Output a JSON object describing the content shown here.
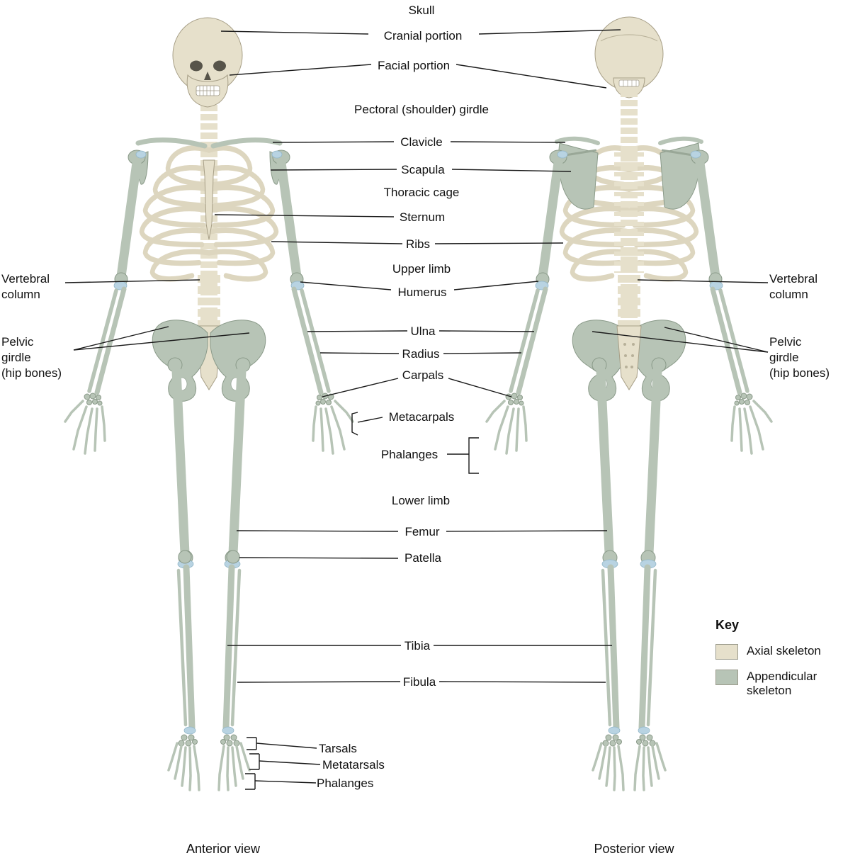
{
  "figure": {
    "anterior_caption": "Anterior view",
    "posterior_caption": "Posterior view"
  },
  "colors": {
    "axial": "#e6e0cb",
    "appendicular": "#b7c4b6",
    "joint": "#b8d3e2"
  },
  "key": {
    "title": "Key",
    "items": [
      {
        "id": "axial",
        "label": "Axial skeleton"
      },
      {
        "id": "appendicular",
        "label": "Appendicular skeleton"
      }
    ]
  },
  "labels": {
    "skull": "Skull",
    "cranial_portion": "Cranial portion",
    "facial_portion": "Facial portion",
    "pectoral_girdle": "Pectoral (shoulder) girdle",
    "clavicle": "Clavicle",
    "scapula": "Scapula",
    "thoracic_cage": "Thoracic cage",
    "sternum": "Sternum",
    "ribs": "Ribs",
    "upper_limb": "Upper limb",
    "humerus": "Humerus",
    "ulna": "Ulna",
    "radius": "Radius",
    "carpals": "Carpals",
    "metacarpals": "Metacarpals",
    "phalanges_hand": "Phalanges",
    "lower_limb": "Lower limb",
    "femur": "Femur",
    "patella": "Patella",
    "tibia": "Tibia",
    "fibula": "Fibula",
    "tarsals": "Tarsals",
    "metatarsals": "Metatarsals",
    "phalanges_foot": "Phalanges",
    "vertebral_column": "Vertebral\ncolumn",
    "pelvic_girdle": "Pelvic\ngirdle\n(hip bones)"
  }
}
